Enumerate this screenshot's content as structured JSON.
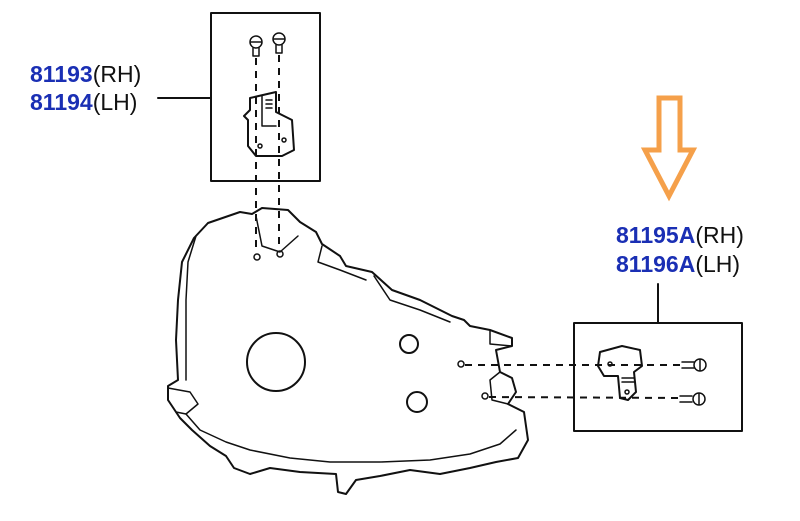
{
  "parts": {
    "top_left": {
      "rh_number": "81193",
      "rh_side": "(RH)",
      "lh_number": "81194",
      "lh_side": "(LH)"
    },
    "right": {
      "rh_number": "81195A",
      "rh_side": "(RH)",
      "lh_number": "81196A",
      "lh_side": "(LH)"
    }
  },
  "colors": {
    "part_number": "#1a2fb4",
    "side_text": "#111111",
    "arrow": "#f5a04a"
  },
  "icons": {
    "arrow": "down-arrow-outline",
    "screw": "screw-icon"
  }
}
